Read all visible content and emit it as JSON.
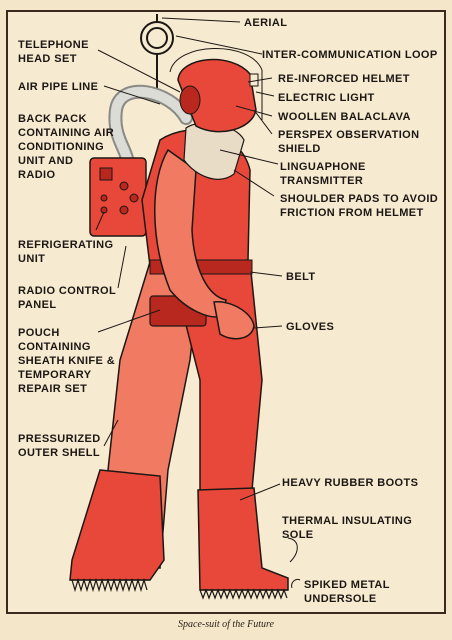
{
  "caption": "Space-suit of the Future",
  "labels": {
    "aerial": "AERIAL",
    "telephone_head_set": "TELEPHONE\nHEAD SET",
    "inter_communication_loop": "INTER-COMMUNICATION LOOP",
    "air_pipe_line": "AIR PIPE LINE",
    "reinforced_helmet": "RE-INFORCED HELMET",
    "electric_light": "ELECTRIC LIGHT",
    "back_pack": "BACK PACK\nCONTAINING AIR\nCONDITIONING\nUNIT AND\nRADIO",
    "woollen_balaclava": "WOOLLEN BALACLAVA",
    "perspex_shield": "PERSPEX OBSERVATION\nSHIELD",
    "linguaphone_transmitter": "LINGUAPHONE\nTRANSMITTER",
    "shoulder_pads": "SHOULDER PADS TO AVOID\nFRICTION FROM HELMET",
    "refrigerating_unit": "REFRIGERATING\nUNIT",
    "belt": "BELT",
    "radio_control_panel": "RADIO CONTROL\nPANEL",
    "gloves": "GLOVES",
    "pouch": "POUCH\nCONTAINING\nSHEATH KNIFE &\nTEMPORARY\nREPAIR SET",
    "pressurized_outer_shell": "PRESSURIZED\nOUTER SHELL",
    "heavy_rubber_boots": "HEAVY RUBBER BOOTS",
    "thermal_insulating_sole": "THERMAL INSULATING\nSOLE",
    "spiked_metal_undersole": "SPIKED METAL\nUNDERSOLE"
  },
  "colors": {
    "suit": "#e8483a",
    "suit_dark": "#b8281f",
    "suit_light": "#f07a62",
    "ink": "#1d1714",
    "paper": "#f6ead0",
    "pipe": "#dcdcd6"
  }
}
